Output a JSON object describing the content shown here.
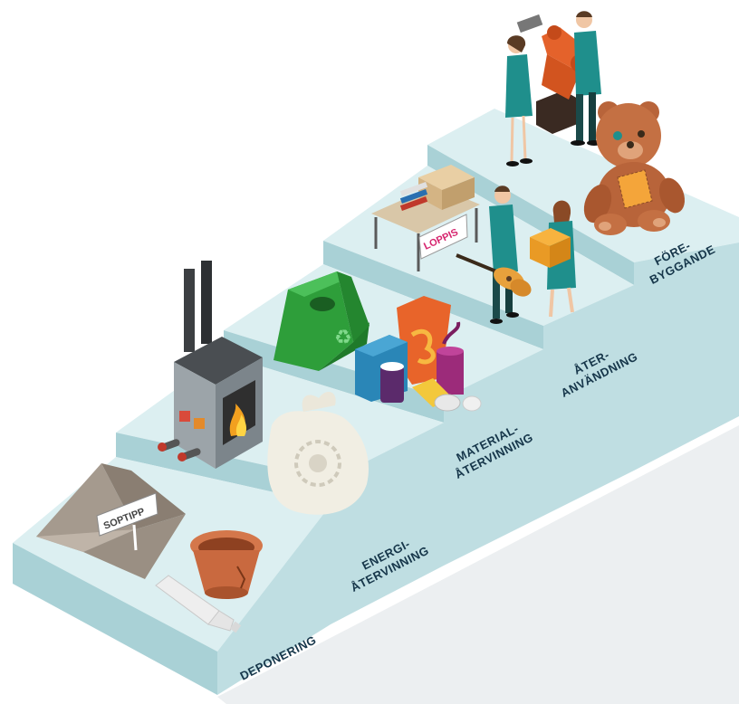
{
  "steps": [
    {
      "id": "deponering",
      "lines": [
        "DEPONERING"
      ]
    },
    {
      "id": "energi",
      "lines": [
        "ENERGI-",
        "ÅTERVINNING"
      ]
    },
    {
      "id": "material",
      "lines": [
        "MATERIAL-",
        "ÅTERVINNING"
      ]
    },
    {
      "id": "ater",
      "lines": [
        "ÅTER-",
        "ANVÄNDNING"
      ]
    },
    {
      "id": "fore",
      "lines": [
        "FÖRE-",
        "BYGGANDE"
      ]
    }
  ],
  "signs": {
    "soptipp": "SOPTIPP",
    "loppis": "LOPPIS"
  },
  "colors": {
    "step_top": "#dceff1",
    "step_front": "#bfdee2",
    "step_side": "#9fc9cf",
    "label": "#16364a",
    "recycling_bin": "#2e9e3a",
    "stove": "#8a9297",
    "chimney": "#3c3f42",
    "flower_pot": "#c9693f",
    "robot_arm": "#e4622b",
    "teddy": "#b8643a",
    "person_suit": "#1f8f8c",
    "loppis_sign": "#d6246e"
  },
  "icons": [
    "landfill-pile-icon",
    "flower-pot-icon",
    "bottle-icon",
    "stove-icon",
    "garbage-bag-icon",
    "recycling-bin-icon",
    "packaging-icon",
    "loppis-table-icon",
    "guitar-icon",
    "box-handover-icon",
    "robot-arm-icon",
    "teddy-bear-icon"
  ]
}
